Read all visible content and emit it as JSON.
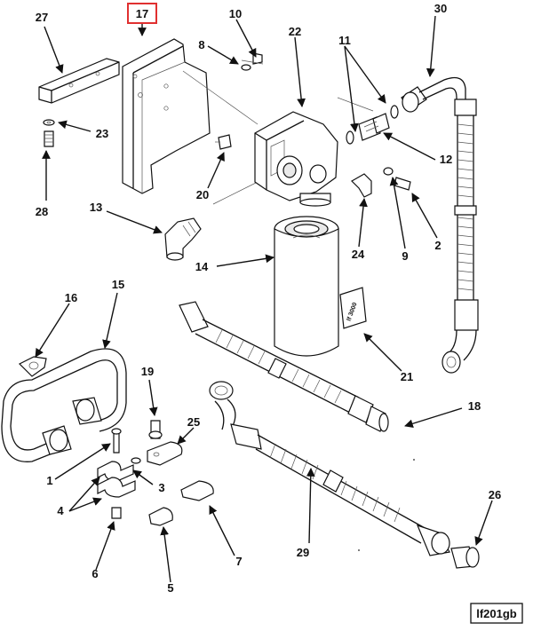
{
  "diagram": {
    "highlighted_part": "17",
    "reference_code": "lf201gb",
    "filter_label": "lf 3000",
    "callouts": [
      "27",
      "17",
      "10",
      "22",
      "30",
      "8",
      "11",
      "23",
      "12",
      "20",
      "13",
      "28",
      "24",
      "9",
      "2",
      "14",
      "16",
      "15",
      "21",
      "19",
      "18",
      "25",
      "1",
      "3",
      "4",
      "26",
      "29",
      "6",
      "7",
      "5"
    ]
  }
}
